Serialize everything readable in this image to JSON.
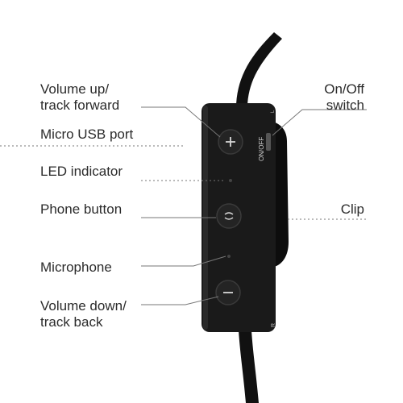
{
  "labels": {
    "volume_up": "Volume up/\ntrack forward",
    "micro_usb": "Micro USB port",
    "led": "LED indicator",
    "phone": "Phone button",
    "microphone": "Microphone",
    "volume_down": "Volume down/\ntrack back",
    "on_off": "On/Off\nswitch",
    "clip": "Clip"
  },
  "device_markings": {
    "switch_text": "ON/OFF",
    "top_mark": "L",
    "bottom_mark": "R"
  },
  "colors": {
    "text": "#2b2b2b",
    "leader": "#777777",
    "body": "#1a1a1a",
    "cable": "#111111"
  }
}
